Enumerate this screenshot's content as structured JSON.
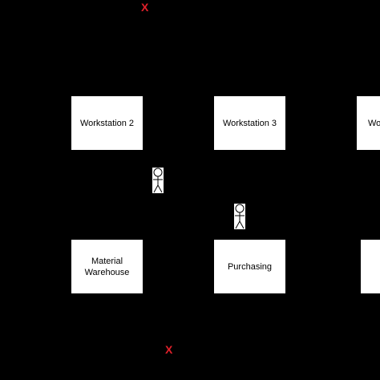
{
  "diagram": {
    "background": "#000000",
    "box_fill": "#ffffff",
    "marker_color": "#e0202a",
    "boxes": [
      {
        "id": "ws2",
        "label": "Workstation 2"
      },
      {
        "id": "ws3",
        "label": "Workstation 3"
      },
      {
        "id": "ws4",
        "label": "Wo"
      },
      {
        "id": "mw",
        "label": "Material\nWarehouse"
      },
      {
        "id": "pur",
        "label": "Purchasing"
      },
      {
        "id": "right",
        "label": ""
      }
    ],
    "markers": [
      {
        "id": "top",
        "label": "X"
      },
      {
        "id": "bottom",
        "label": "X"
      }
    ],
    "icons": [
      "person-icon",
      "person-icon"
    ]
  }
}
